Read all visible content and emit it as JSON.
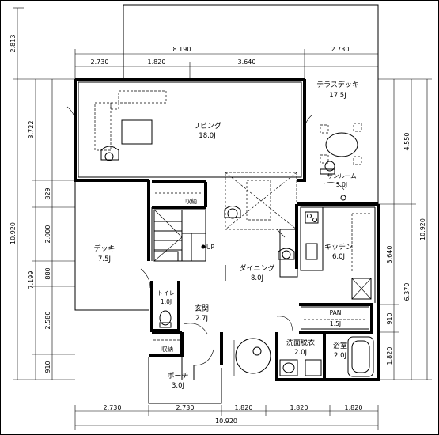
{
  "dimensions": {
    "top_total": "8.190",
    "top_right": "2.730",
    "top_segments": [
      "2.730",
      "1.820",
      "3.640"
    ],
    "bottom_segments": [
      "2.730",
      "2.730",
      "1.820",
      "1.820",
      "1.820"
    ],
    "bottom_total": "10.920",
    "left_outer_top": "2.813",
    "left_total": "10.920",
    "left_segments": [
      "3.722",
      "829",
      "2.000",
      "880",
      "2.580",
      "910"
    ],
    "left_group": "7.199",
    "right_total": "10.920",
    "right_upper": "4.550",
    "right_lower": "6.370",
    "right_segments": [
      "3.640",
      "910",
      "1.820"
    ]
  },
  "rooms": {
    "living": {
      "name": "リビング",
      "size": "18.0J"
    },
    "terrace": {
      "name": "テラスデッキ",
      "size": "17.5J"
    },
    "sunroom": {
      "name": "サンルーム",
      "size": "5.0J"
    },
    "deck": {
      "name": "デッキ",
      "size": "7.5J"
    },
    "kitchen": {
      "name": "キッチン",
      "size": "6.0J"
    },
    "dining": {
      "name": "ダイニング",
      "size": "8.0J"
    },
    "toilet": {
      "name": "トイレ",
      "size": "1.0J"
    },
    "entrance": {
      "name": "玄関",
      "size": "2.7J"
    },
    "pantry": {
      "name": "PAN",
      "size": "1.5J"
    },
    "washroom": {
      "name": "洗面脱衣",
      "size": "2.0J"
    },
    "bath": {
      "name": "浴室",
      "size": "2.0J"
    },
    "porch": {
      "name": "ポーチ",
      "size": "3.0J"
    }
  },
  "labels": {
    "storage_upper": "収納",
    "storage_lower": "収納",
    "stair_up": "UP"
  }
}
